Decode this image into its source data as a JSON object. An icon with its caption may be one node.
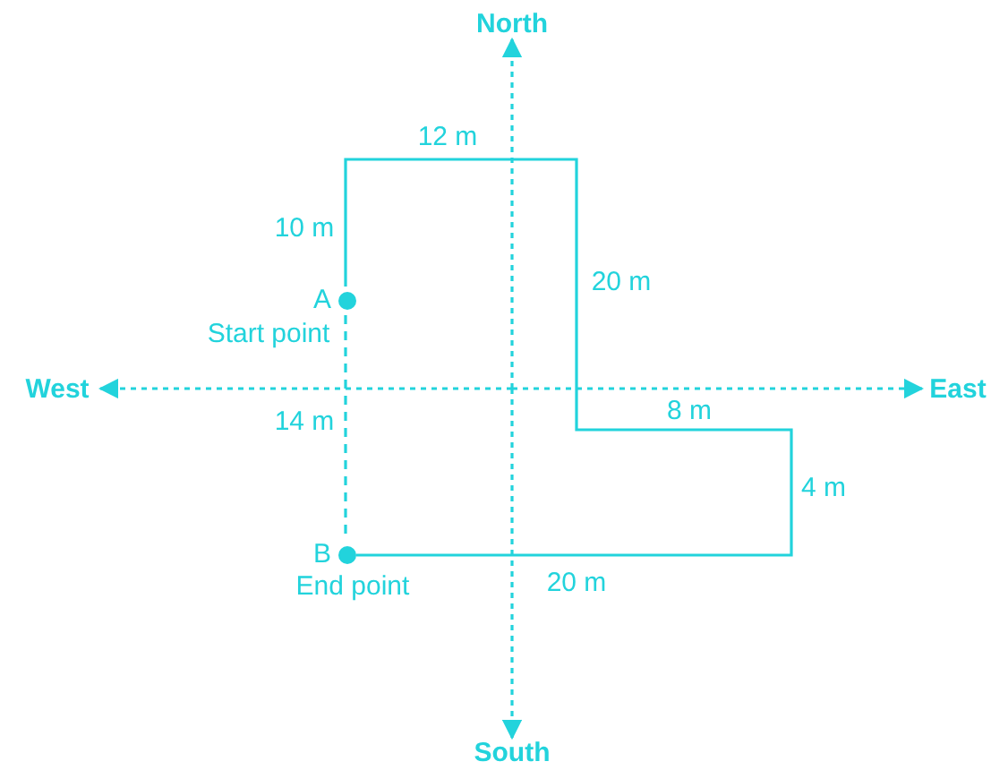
{
  "diagram": {
    "nodes": [
      {
        "text": [
          "A"
        ],
        "beside": [
          "Start point"
        ]
      },
      {
        "text": [
          "B"
        ],
        "beside": [
          "End point"
        ]
      }
    ],
    "edges": [
      {
        "from": 0,
        "to": 1,
        "arrow": "none"
      },
      {
        "from": 0,
        "to": 1,
        "arrow": "none",
        "style": "dashed",
        "label": "14 m"
      }
    ],
    "labels": [
      "North",
      "12 m",
      "10 m",
      "20 m",
      "West",
      "East",
      "8 m",
      "4 m",
      "20 m",
      "South"
    ]
  }
}
